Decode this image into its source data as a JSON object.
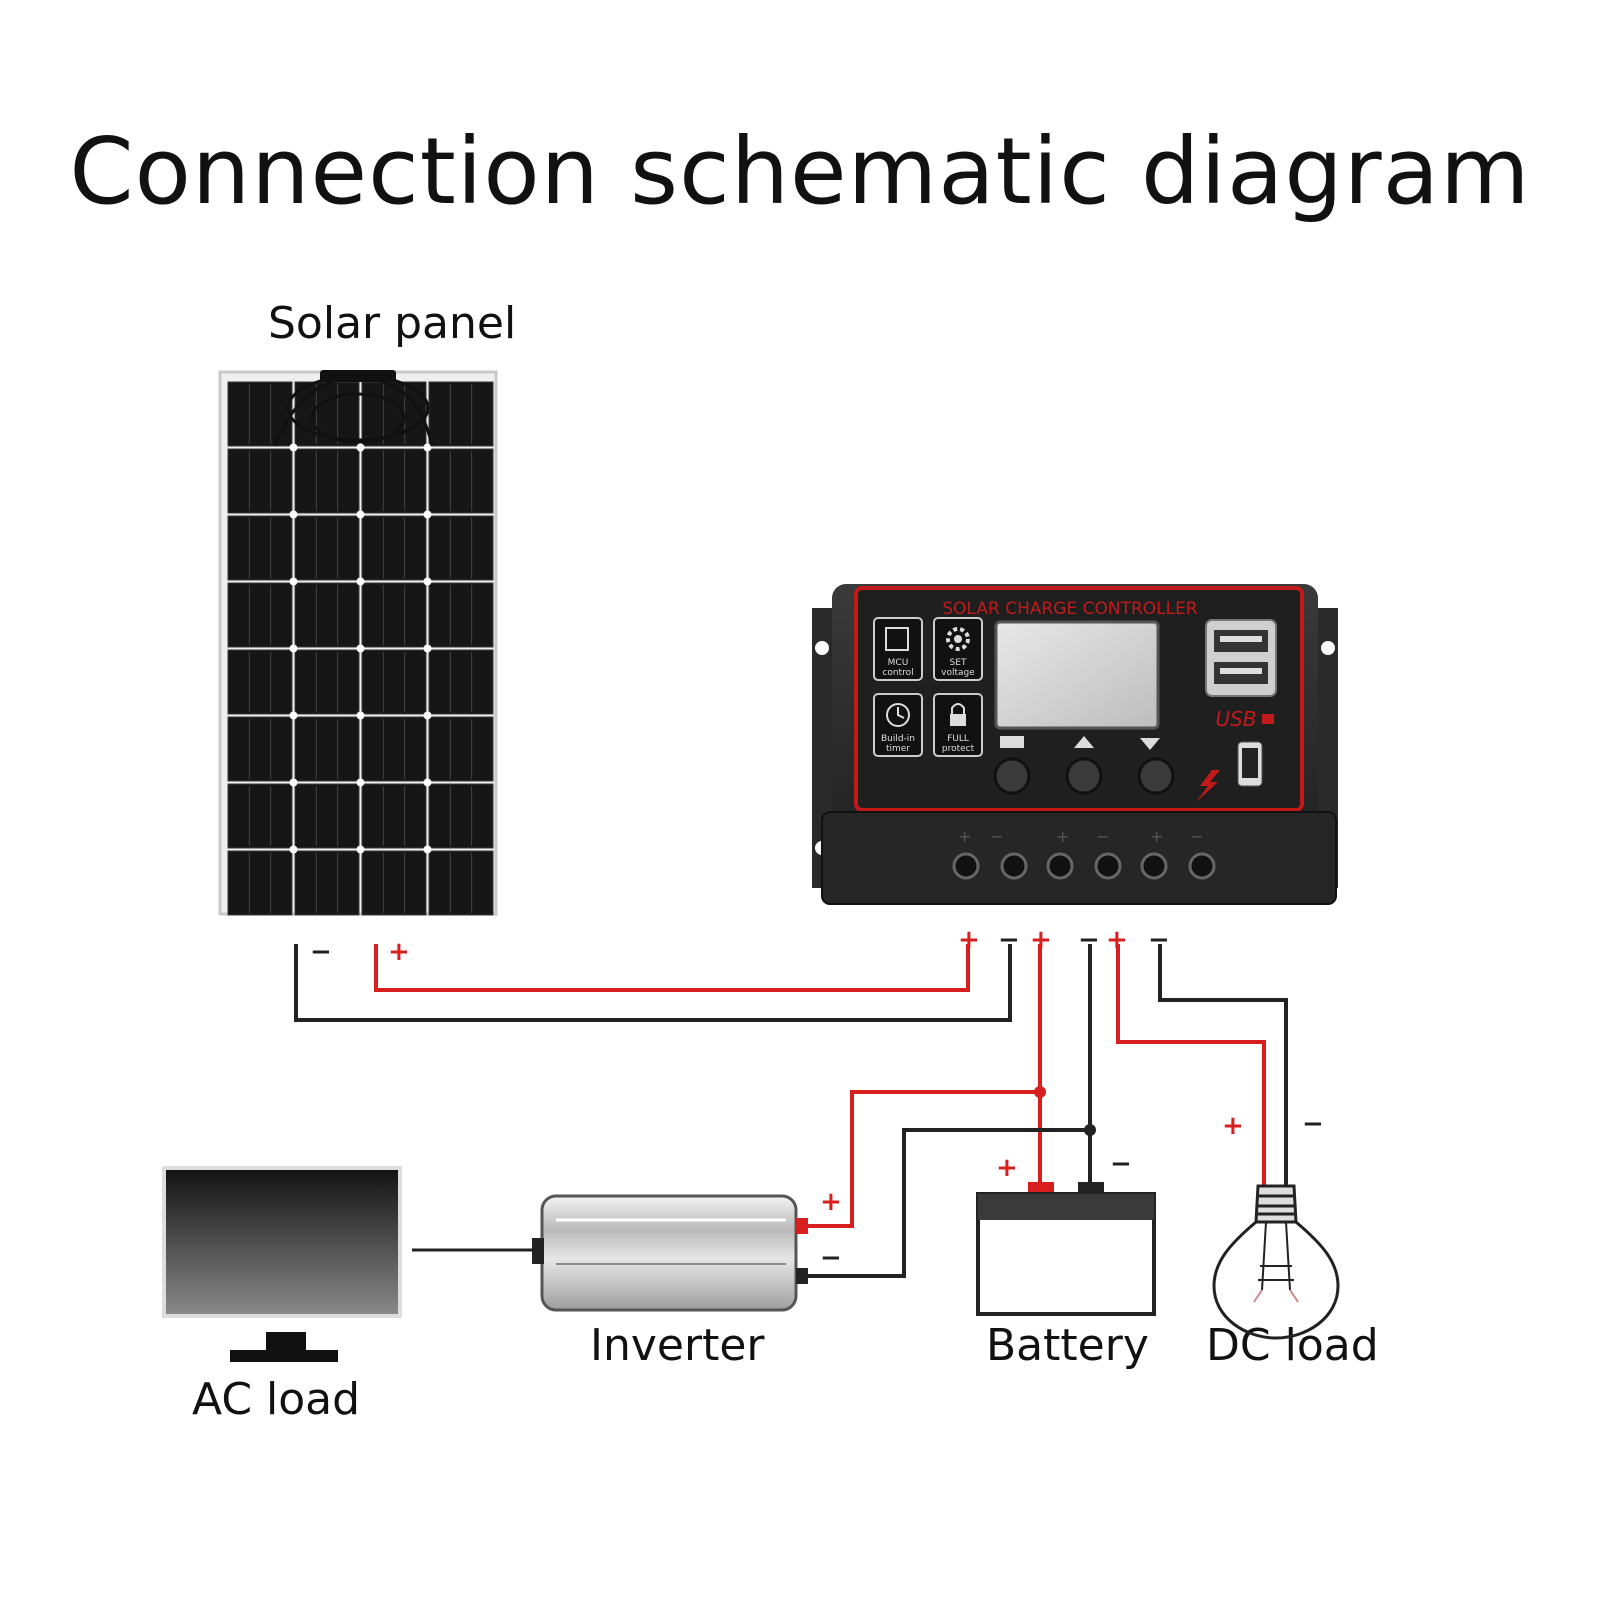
{
  "title": "Connection schematic diagram",
  "components": {
    "solar_panel": "Solar panel",
    "controller_header": "SOLAR CHARGE CONTROLLER",
    "controller_icons": [
      {
        "label_line1": "MCU",
        "label_line2": "control",
        "icon": "chip-icon"
      },
      {
        "label_line1": "SET",
        "label_line2": "voltage",
        "icon": "gear-icon"
      },
      {
        "label_line1": "Build-in",
        "label_line2": "timer",
        "icon": "clock-icon"
      },
      {
        "label_line1": "FULL",
        "label_line2": "protect",
        "icon": "lock-icon"
      }
    ],
    "usb_label": "USB",
    "inverter": "Inverter",
    "battery": "Battery",
    "dc_load": "DC load",
    "ac_load": "AC load"
  },
  "terminals": {
    "plus": "+",
    "minus": "−"
  },
  "colors": {
    "positive_wire": "#d81f1f",
    "negative_wire": "#222222",
    "controller_accent": "#c21a1a",
    "controller_body": "#2e2e2e"
  }
}
